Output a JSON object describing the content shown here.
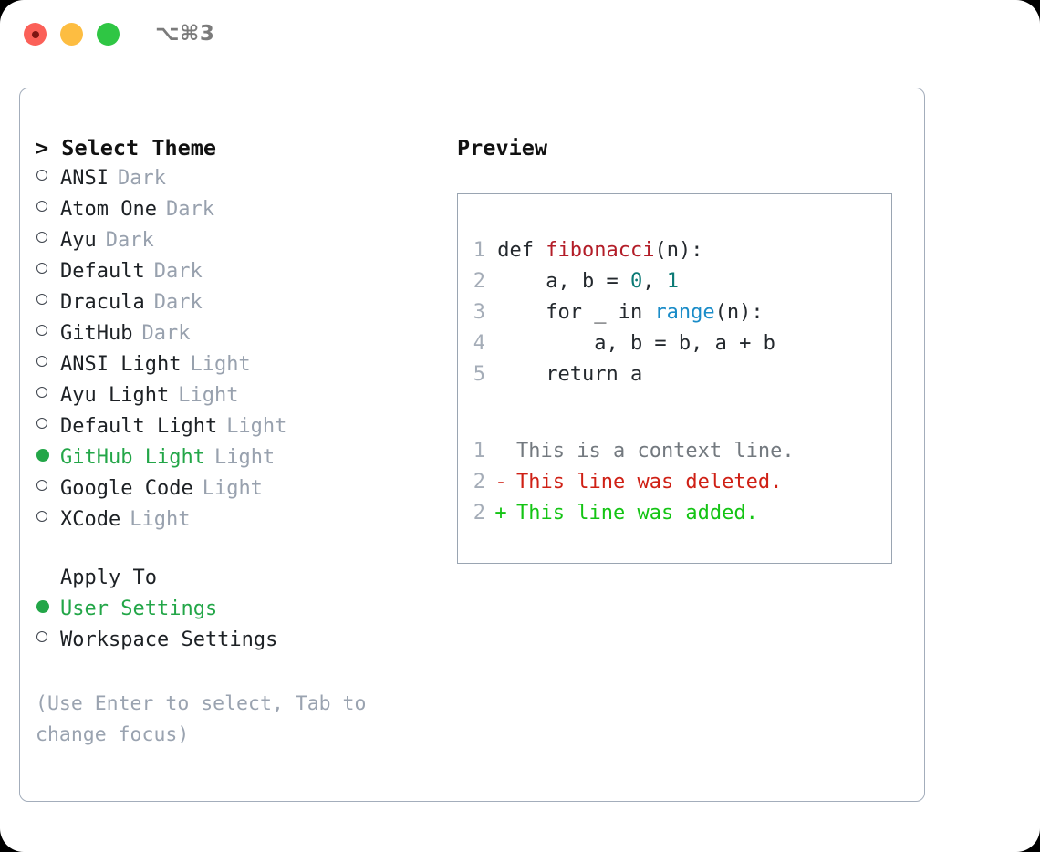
{
  "titlebar": {
    "shortcut": "⌥⌘3",
    "buttons": [
      {
        "name": "close",
        "color": "#fb6058"
      },
      {
        "name": "minimize",
        "color": "#fdbd41"
      },
      {
        "name": "maximize",
        "color": "#2fc644"
      }
    ]
  },
  "left": {
    "header": "> Select Theme",
    "themes": [
      {
        "label": "ANSI",
        "category": "Dark",
        "selected": false
      },
      {
        "label": "Atom One",
        "category": "Dark",
        "selected": false
      },
      {
        "label": "Ayu",
        "category": "Dark",
        "selected": false
      },
      {
        "label": "Default",
        "category": "Dark",
        "selected": false
      },
      {
        "label": "Dracula",
        "category": "Dark",
        "selected": false
      },
      {
        "label": "GitHub",
        "category": "Dark",
        "selected": false
      },
      {
        "label": "ANSI Light",
        "category": "Light",
        "selected": false
      },
      {
        "label": "Ayu Light",
        "category": "Light",
        "selected": false
      },
      {
        "label": "Default Light",
        "category": "Light",
        "selected": false
      },
      {
        "label": "GitHub Light",
        "category": "Light",
        "selected": true
      },
      {
        "label": "Google Code",
        "category": "Light",
        "selected": false
      },
      {
        "label": "XCode",
        "category": "Light",
        "selected": false
      }
    ],
    "apply_to_header": "Apply To",
    "apply_to": [
      {
        "label": "User Settings",
        "selected": true
      },
      {
        "label": "Workspace Settings",
        "selected": false
      }
    ],
    "hint": "(Use Enter to select, Tab to change focus)"
  },
  "right": {
    "header": "Preview",
    "code": [
      {
        "num": "1",
        "tokens": [
          {
            "text": "def ",
            "kind": "plain"
          },
          {
            "text": "fibonacci",
            "kind": "func"
          },
          {
            "text": "(n):",
            "kind": "plain"
          }
        ]
      },
      {
        "num": "2",
        "tokens": [
          {
            "text": "    a, b = ",
            "kind": "plain"
          },
          {
            "text": "0",
            "kind": "num"
          },
          {
            "text": ", ",
            "kind": "plain"
          },
          {
            "text": "1",
            "kind": "num"
          }
        ]
      },
      {
        "num": "3",
        "tokens": [
          {
            "text": "    for _ in ",
            "kind": "plain"
          },
          {
            "text": "range",
            "kind": "call"
          },
          {
            "text": "(n):",
            "kind": "plain"
          }
        ]
      },
      {
        "num": "4",
        "tokens": [
          {
            "text": "        a, b = b, a + b",
            "kind": "plain"
          }
        ]
      },
      {
        "num": "5",
        "tokens": [
          {
            "text": "    return a",
            "kind": "plain"
          }
        ]
      }
    ],
    "diff": [
      {
        "num": "1",
        "mark": "",
        "text": "This is a context line.",
        "kind": "context"
      },
      {
        "num": "2",
        "mark": "-",
        "text": "This line was deleted.",
        "kind": "deleted"
      },
      {
        "num": "2",
        "mark": "+",
        "text": "This line was added.",
        "kind": "added"
      }
    ]
  },
  "colors": {
    "accent_green": "#23a648",
    "muted": "#98a1ae",
    "function": "#b31d28",
    "number": "#0b7a75",
    "builtin": "#1a8cc8",
    "diff_added": "#14c414",
    "diff_deleted": "#cf2015",
    "border": "#a3adbb"
  }
}
